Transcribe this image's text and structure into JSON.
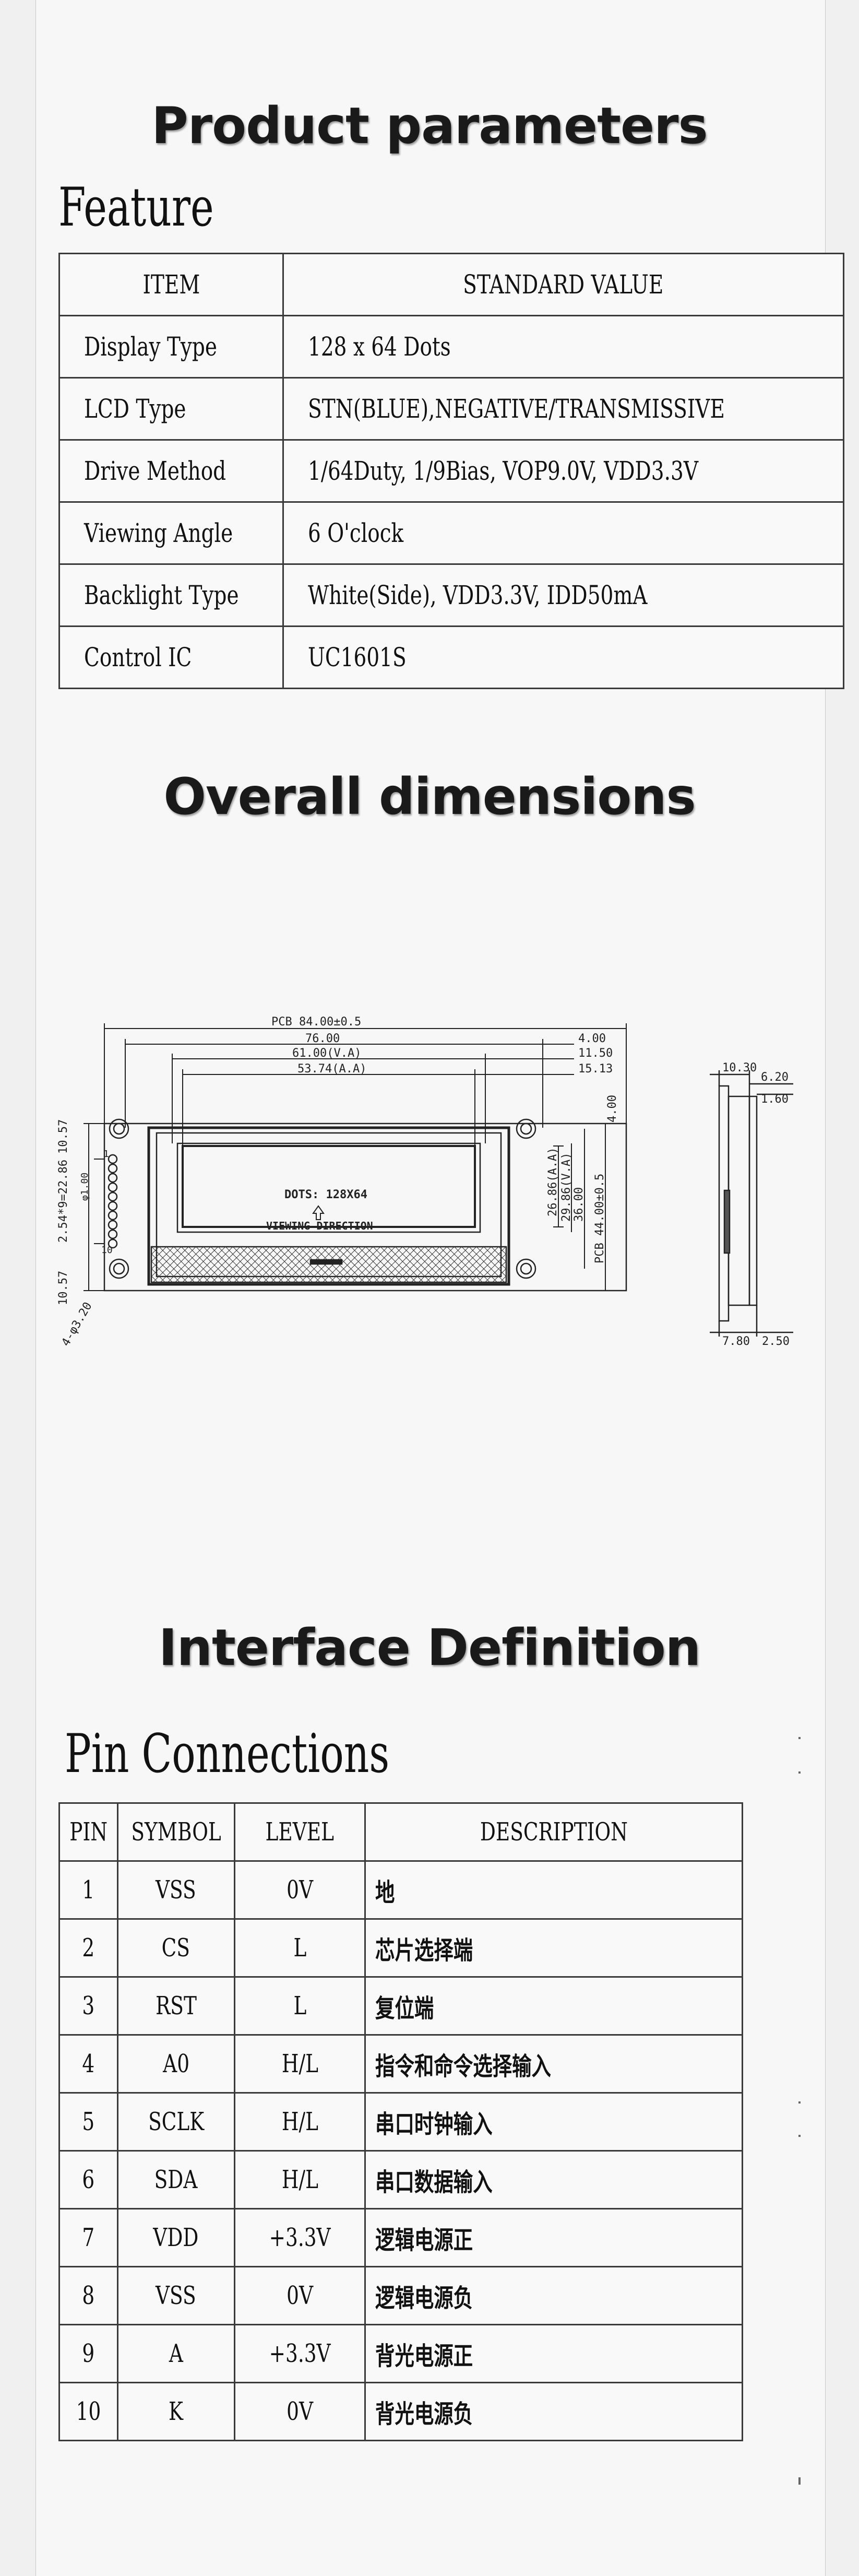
{
  "titles": {
    "product_parameters": "Product parameters",
    "feature": "Feature",
    "overall_dimensions": "Overall dimensions",
    "interface_definition": "Interface Definition",
    "pin_connections": "Pin Connections"
  },
  "feature_table": {
    "headers": [
      "ITEM",
      "STANDARD VALUE"
    ],
    "rows": [
      [
        "Display Type",
        "128 x 64 Dots"
      ],
      [
        "LCD Type",
        "STN(BLUE),NEGATIVE/TRANSMISSIVE"
      ],
      [
        "Drive Method",
        "1/64Duty, 1/9Bias, VOP9.0V, VDD3.3V"
      ],
      [
        "Viewing Angle",
        "6 O'clock"
      ],
      [
        "Backlight Type",
        "White(Side), VDD3.3V, IDD50mA"
      ],
      [
        "Control IC",
        "UC1601S"
      ]
    ]
  },
  "drawing": {
    "pcb_width": "PCB 84.00±0.5",
    "w76": "76.00",
    "w61": "61.00(V.A)",
    "w53": "53.74(A.A)",
    "r400": "4.00",
    "r1150": "11.50",
    "r1513": "15.13",
    "top400": "4.00",
    "h2686": "26.86(A.A)",
    "h2986": "29.86(V.A)",
    "h36": "36.00",
    "pcb_height": "PCB 44.00±0.5",
    "left_1057_top": "10.57",
    "pitch": "2.54*9=22.86",
    "left_1057_bottom": "10.57",
    "holes": "4-φ3.20",
    "pin1_width": "φ1.00",
    "pin_first": "1",
    "pin_last": "10",
    "dots_label": "DOTS: 128X64",
    "viewing_label": "VIEWING DIRECTION",
    "side_1030": "10.30",
    "side_620": "6.20",
    "side_160": "1.60",
    "side_780": "7.80",
    "side_250": "2.50"
  },
  "pin_table": {
    "headers": [
      "PIN",
      "SYMBOL",
      "LEVEL",
      "DESCRIPTION"
    ],
    "rows": [
      [
        "1",
        "VSS",
        "0V",
        "地"
      ],
      [
        "2",
        "CS",
        "L",
        "芯片选择端"
      ],
      [
        "3",
        "RST",
        "L",
        "复位端"
      ],
      [
        "4",
        "A0",
        "H/L",
        "指令和命令选择输入"
      ],
      [
        "5",
        "SCLK",
        "H/L",
        "串口时钟输入"
      ],
      [
        "6",
        "SDA",
        "H/L",
        "串口数据输入"
      ],
      [
        "7",
        "VDD",
        "+3.3V",
        "逻辑电源正"
      ],
      [
        "8",
        "VSS",
        "0V",
        "逻辑电源负"
      ],
      [
        "9",
        "A",
        "+3.3V",
        "背光电源正"
      ],
      [
        "10",
        "K",
        "0V",
        "背光电源负"
      ]
    ]
  }
}
